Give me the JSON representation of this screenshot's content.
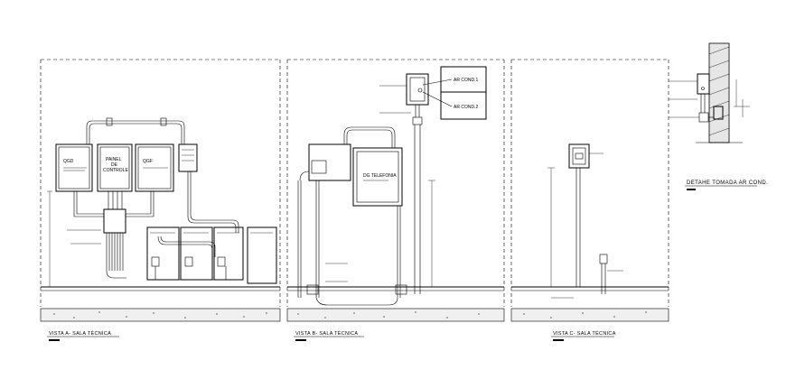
{
  "views": {
    "a": {
      "title": "VISTA A- SALA TÉCNICA"
    },
    "b": {
      "title": "VISTA B- SALA TÉCNICA"
    },
    "c": {
      "title": "VISTA C- SALA TÉCNICA"
    }
  },
  "detail": {
    "title": "DETAHE TOMADA AR COND."
  },
  "equipment": {
    "qgd": "QGD",
    "panel_line1": "PAINEL",
    "panel_line2": "DE",
    "panel_line3": "CONTROLE",
    "qgf": "QGF",
    "dg_telefonia": "DG TELEFONIA",
    "ar_cond_1": "AR COND.1",
    "ar_cond_2": "AR COND.2"
  }
}
